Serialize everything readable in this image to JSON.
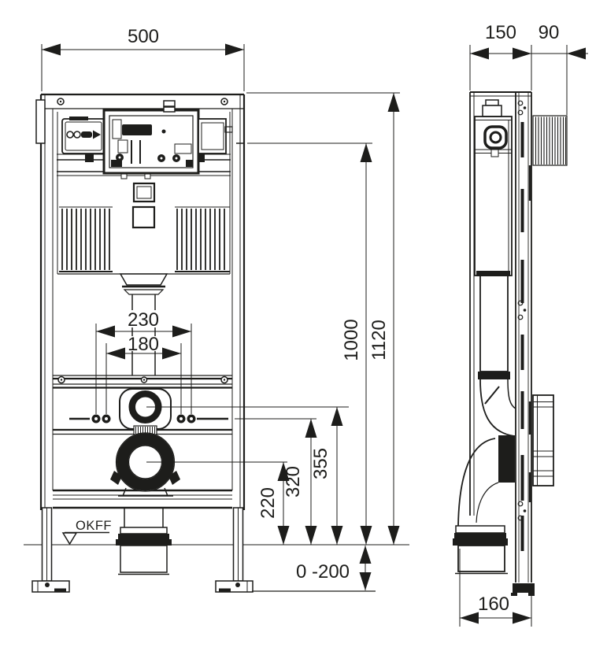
{
  "drawing": {
    "kind": "technical-installation-drawing",
    "views": [
      "front",
      "side"
    ]
  },
  "colors": {
    "ink": "#1d1d1b",
    "background": "#ffffff"
  },
  "labels": {
    "floor_level": "OKFF"
  },
  "dimensions": {
    "front": {
      "width": "500",
      "total_height": "1120",
      "upper_reference_height": "1000",
      "rod_spacing_outer": "230",
      "rod_spacing_inner": "180",
      "water_supply_height": "355",
      "threaded_rod_height": "320",
      "drain_center_height": "220",
      "foot_adjustment_range": "0 -200"
    },
    "side": {
      "frame_depth": "150",
      "actuation_depth": "90",
      "outlet_offset": "160"
    }
  }
}
